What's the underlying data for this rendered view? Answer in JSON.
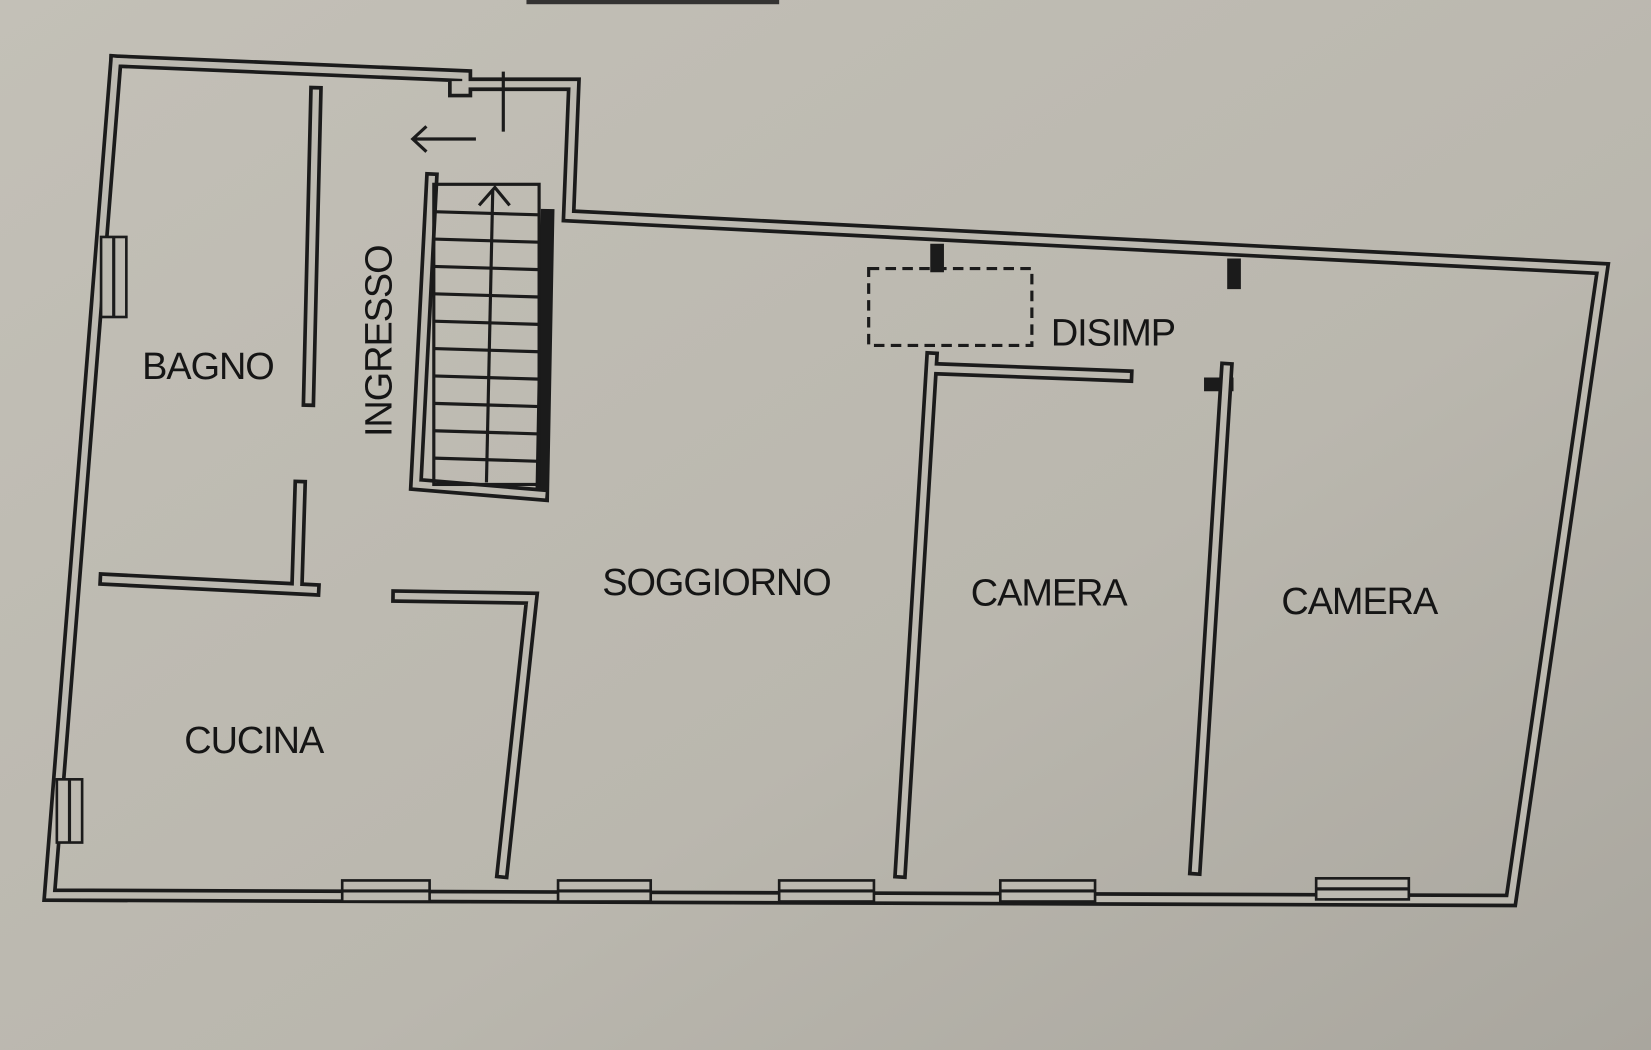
{
  "plan": {
    "rooms": {
      "bagno": "BAGNO",
      "ingresso": "INGRESSO",
      "soggiorno": "SOGGIORNO",
      "camera_1": "CAMERA",
      "camera_2": "CAMERA",
      "cucina": "CUCINA",
      "disimp": "DISIMP"
    }
  },
  "colors": {
    "paper": "#bcb9b0",
    "ink": "#1b1b1b"
  }
}
